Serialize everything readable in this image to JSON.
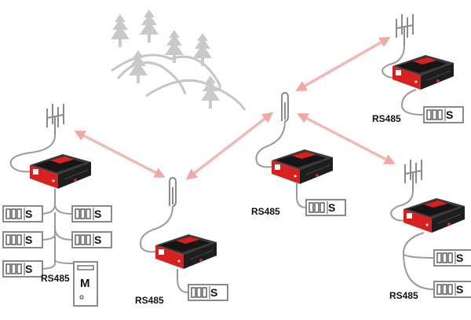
{
  "labels": {
    "bus_left": "RS485",
    "bus_center_left": "RS485",
    "bus_center": "RS485",
    "bus_top_right": "RS485",
    "bus_bottom_right": "RS485"
  },
  "slave_letter": "S",
  "master_letter": "M",
  "colors": {
    "link": "#f4b8b4",
    "link_arrow": "#f2a9a4",
    "line": "#9a9a9a",
    "tree": "#c9c9c9",
    "hill": "#c6c6c6",
    "router_body": "#1f1f1f",
    "router_red": "#d8211f"
  }
}
